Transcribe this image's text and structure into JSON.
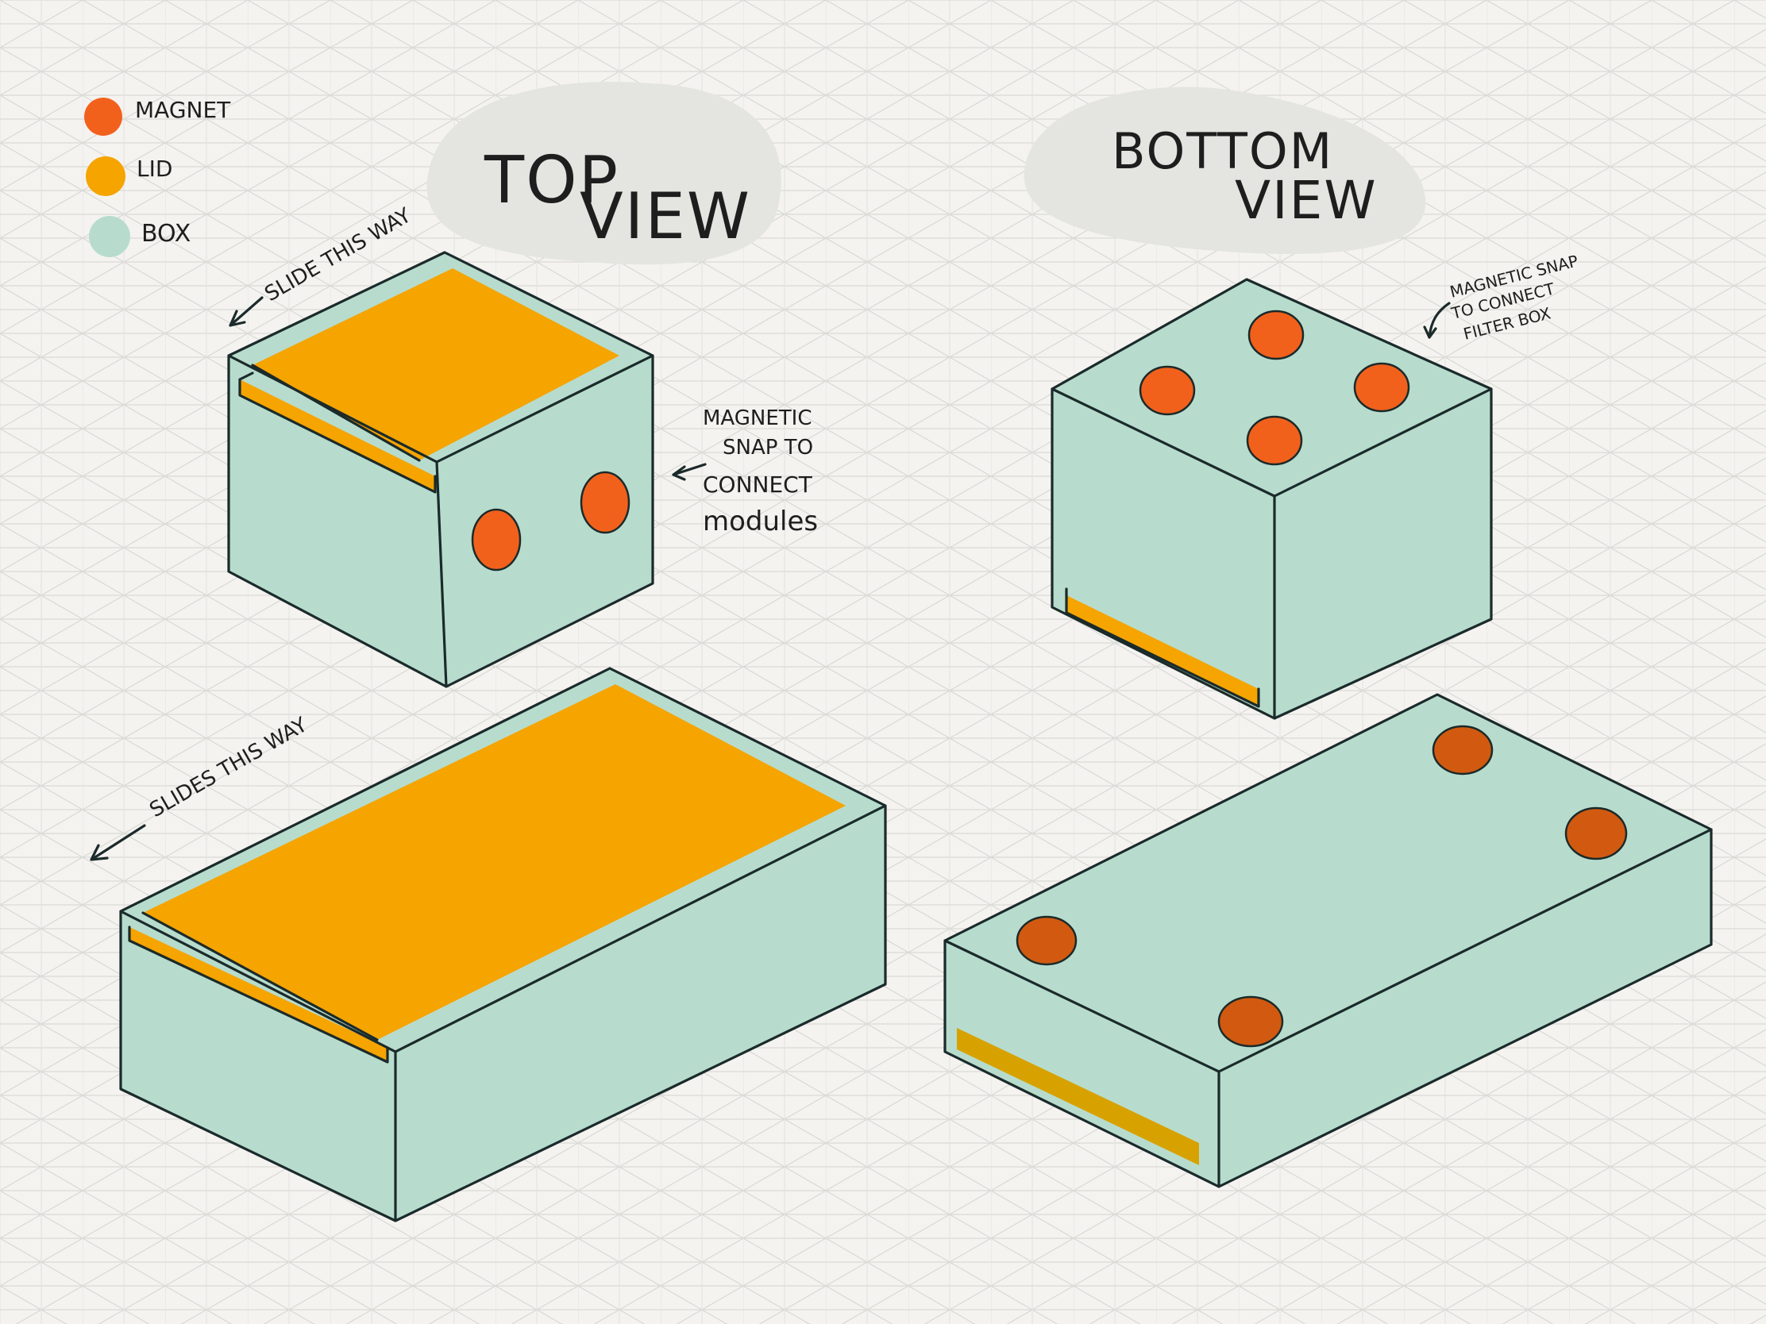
{
  "legend": {
    "items": [
      {
        "label": "MAGNET",
        "color": "#f2611c"
      },
      {
        "label": "LID",
        "color": "#f5a400"
      },
      {
        "label": "BOX",
        "color": "#b7dccd"
      }
    ]
  },
  "headings": {
    "top_view_line1": "TOP",
    "top_view_line2": "VIEW",
    "bottom_view_line1": "BOTTOM",
    "bottom_view_line2": "VIEW"
  },
  "annotations": {
    "slide_this_way": "SLIDE THIS WAY",
    "slides_this_way": "SLIDES THIS WAY",
    "magnetic_snap_modules": [
      "MAGNETIC",
      "SNAP TO",
      "CONNECT",
      "modules"
    ],
    "magnetic_snap_filter": [
      "MAGNETIC SNAP",
      "TO CONNECT",
      "FILTER BOX"
    ]
  },
  "colors": {
    "background": "#f4f3f0",
    "grid": "#dcdcdc",
    "box": "#b7dccd",
    "lid": "#f5a400",
    "magnet": "#f2611c",
    "magnet_dark": "#c9500f",
    "bubble": "#e4e5e1",
    "ink": "#1b2a2a"
  }
}
